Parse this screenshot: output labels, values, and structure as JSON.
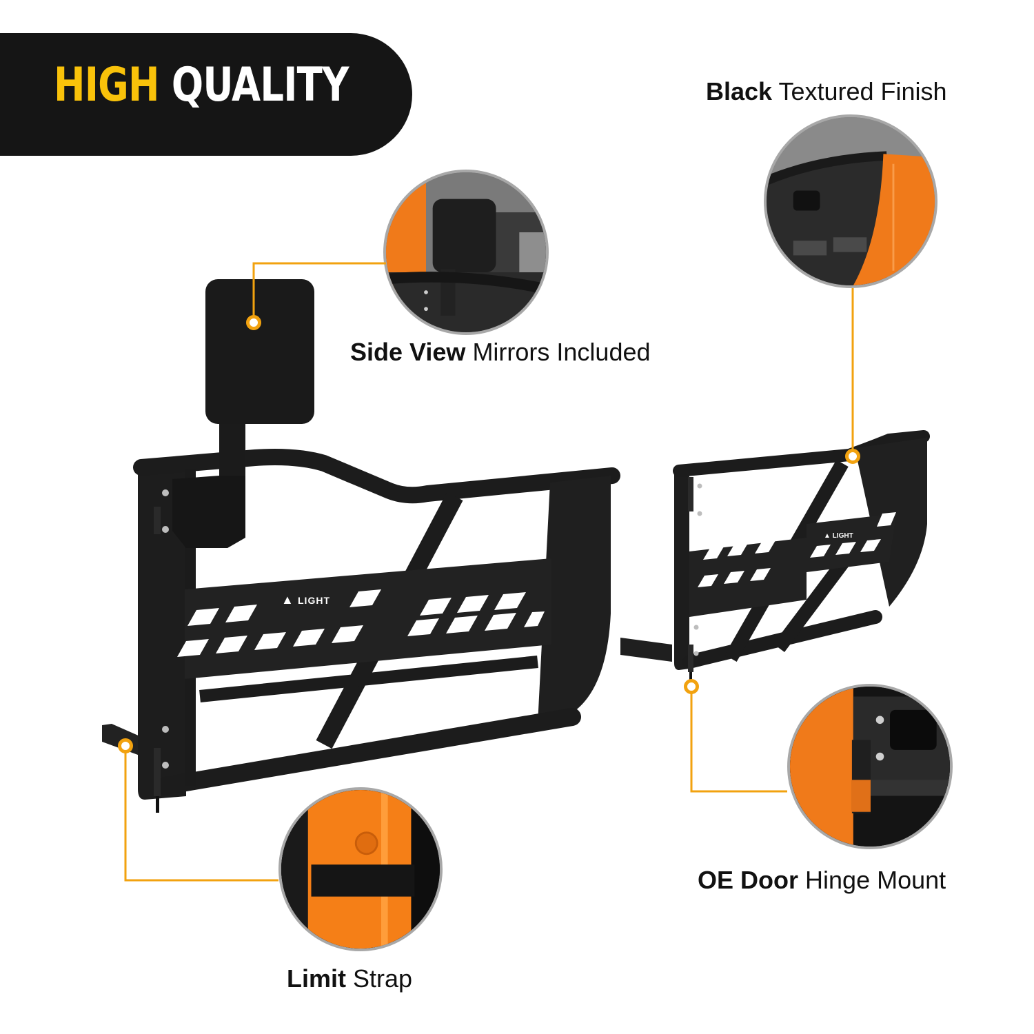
{
  "banner": {
    "highlight": "HIGH",
    "rest": "QUALITY",
    "colors": {
      "background": "#151515",
      "highlight": "#f9c20a",
      "rest": "#ffffff"
    }
  },
  "callouts": [
    {
      "id": "mirrors",
      "bold": "Side View",
      "regular": "Mirrors Included"
    },
    {
      "id": "finish",
      "bold": "Black",
      "regular": "Textured Finish"
    },
    {
      "id": "hinge",
      "bold": "OE Door",
      "regular": "Hinge Mount"
    },
    {
      "id": "strap",
      "bold": "Limit",
      "regular": "Strap"
    }
  ],
  "brand": {
    "logo_text": "LIGHT"
  },
  "colors": {
    "leader_line": "#f2a20f",
    "door_metal": "#1c1c1c",
    "vehicle_orange": "#f07a1a",
    "inset_border": "#a8a8a8"
  }
}
